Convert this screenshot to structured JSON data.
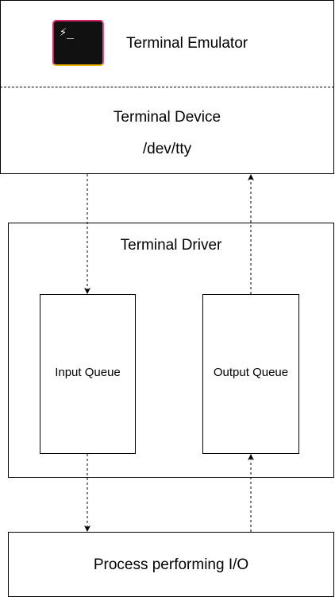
{
  "terminal_emulator": {
    "title": "Terminal Emulator",
    "icon": "terminal-app-icon",
    "icon_glyph": "⚡_",
    "icon_border_colors": [
      "#d6236a",
      "#f0b400"
    ]
  },
  "terminal_device": {
    "title": "Terminal Device",
    "path": "/dev/tty"
  },
  "terminal_driver": {
    "title": "Terminal Driver",
    "input_queue": "Input Queue",
    "output_queue": "Output Queue"
  },
  "process": {
    "label": "Process performing I/O"
  },
  "connections": [
    {
      "from": "terminal_device",
      "to": "input_queue",
      "style": "dashed"
    },
    {
      "from": "output_queue",
      "to": "terminal_device",
      "style": "dashed"
    },
    {
      "from": "input_queue",
      "to": "process",
      "style": "dashed"
    },
    {
      "from": "process",
      "to": "output_queue",
      "style": "dashed"
    }
  ]
}
